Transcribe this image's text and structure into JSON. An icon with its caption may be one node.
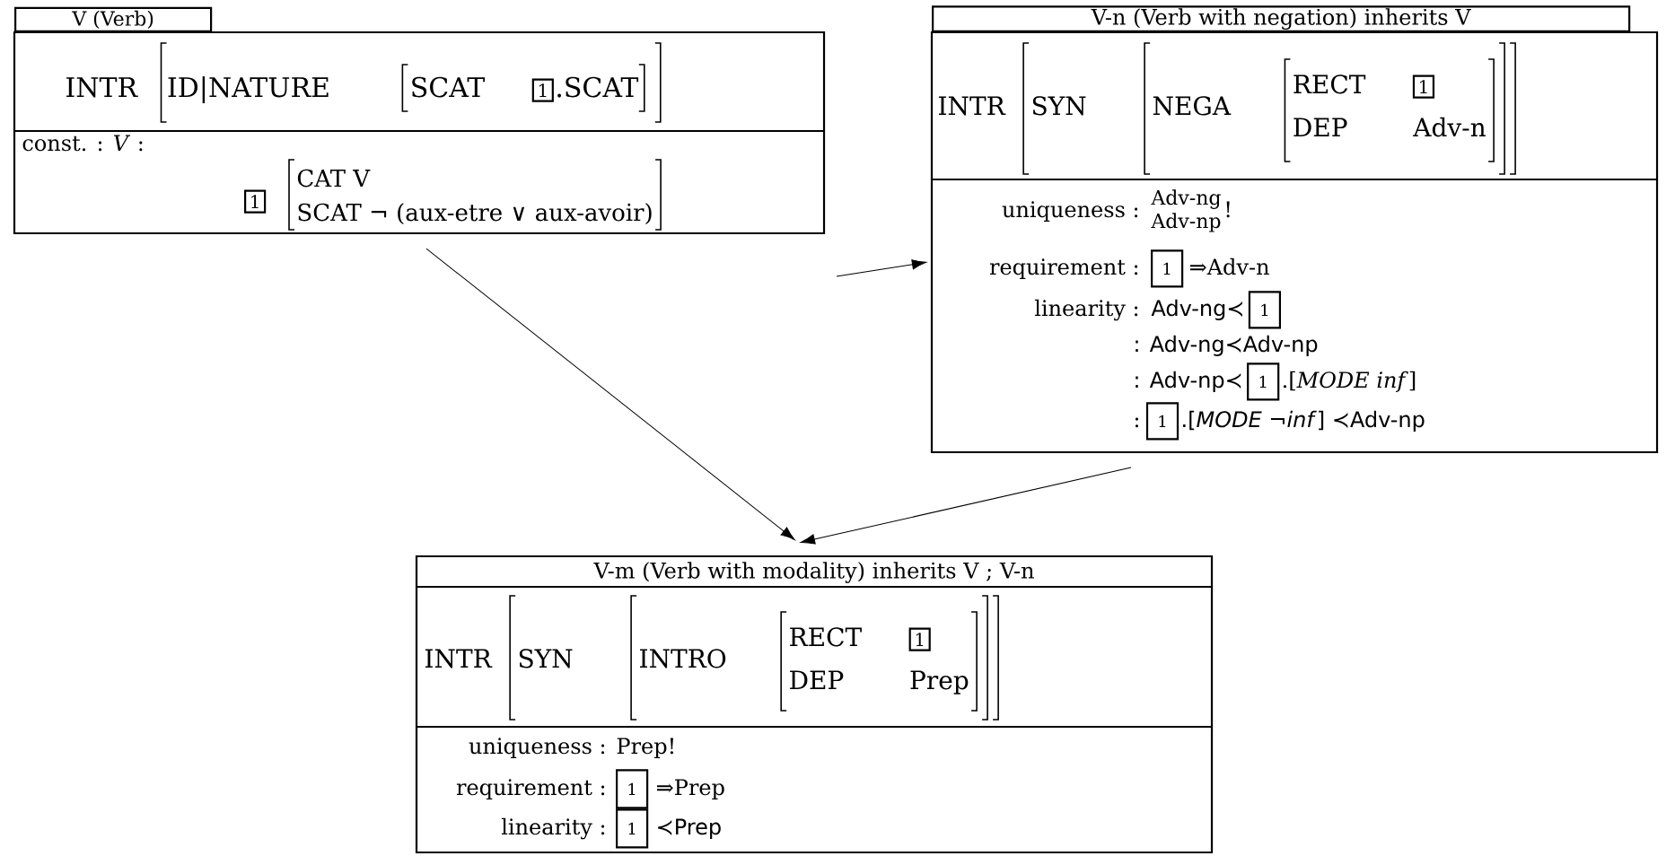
{
  "diagram": {
    "nodes": [
      {
        "text": [
          "V (Verb)",
          "INTR",
          "ID|NATURE",
          "SCAT",
          "1",
          ".SCAT",
          "const. : *V* :",
          "1",
          "CAT V",
          "SCAT ¬ (aux-etre ∨ aux-avoir)"
        ]
      },
      {
        "text": [
          "V-n (Verb with negation) inherits V",
          "INTR",
          "SYN",
          "NEGA",
          "RECT",
          "1",
          "DEP",
          "Adv-n",
          "uniqueness :",
          "Adv-ng",
          "Adv-np",
          "!",
          "requirement :",
          "1",
          "⇒Adv-n",
          "linearity :",
          "Adv-ng≺",
          "1",
          ": Adv-ng≺Adv-np",
          ": Adv-np≺",
          "1",
          ".[*MODE inf*]",
          ":",
          "1",
          ".[*MODE* ¬*inf*] ≺Adv-np"
        ]
      },
      {
        "text": [
          "V-m (Verb with modality) inherits V ; V-n",
          "INTR",
          "SYN",
          "INTRO",
          "RECT",
          "1",
          "DEP",
          "Prep",
          "uniqueness :",
          "Prep!",
          "requirement :",
          "1",
          "⇒Prep",
          "linearity :",
          "1",
          "≺Prep"
        ]
      }
    ],
    "edges": [
      {
        "from": 0,
        "to": 2,
        "arrow": "to"
      },
      {
        "from": 1,
        "to": 2,
        "arrow": "to"
      },
      {
        "from": null,
        "to": 1,
        "arrow": "to"
      }
    ]
  }
}
